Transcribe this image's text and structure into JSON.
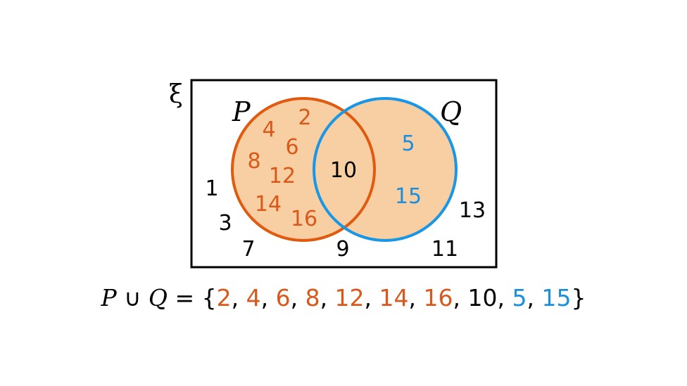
{
  "colors": {
    "p_stroke": "#e05a10",
    "p_text": "#d9581a",
    "q_stroke": "#1a96e6",
    "q_text": "#1a8fe0",
    "fill": "#f8cfa2",
    "black": "#000000"
  },
  "diagram": {
    "universal_symbol": "ξ",
    "set_p_label": "P",
    "set_q_label": "Q",
    "p_only": [
      "2",
      "4",
      "6",
      "8",
      "12",
      "14",
      "16"
    ],
    "both": [
      "10"
    ],
    "q_only": [
      "5",
      "15"
    ],
    "outside": [
      "1",
      "3",
      "7",
      "9",
      "11",
      "13"
    ]
  },
  "union": {
    "lhs_p": "P",
    "op": "∪",
    "lhs_q": "Q",
    "equals_open": "= {",
    "close": "}",
    "elements": [
      {
        "text": "2",
        "set": "p"
      },
      {
        "text": "4",
        "set": "p"
      },
      {
        "text": "6",
        "set": "p"
      },
      {
        "text": "8",
        "set": "p"
      },
      {
        "text": "12",
        "set": "p"
      },
      {
        "text": "14",
        "set": "p"
      },
      {
        "text": "16",
        "set": "p"
      },
      {
        "text": "10",
        "set": "both"
      },
      {
        "text": "5",
        "set": "q"
      },
      {
        "text": "15",
        "set": "q"
      }
    ]
  }
}
